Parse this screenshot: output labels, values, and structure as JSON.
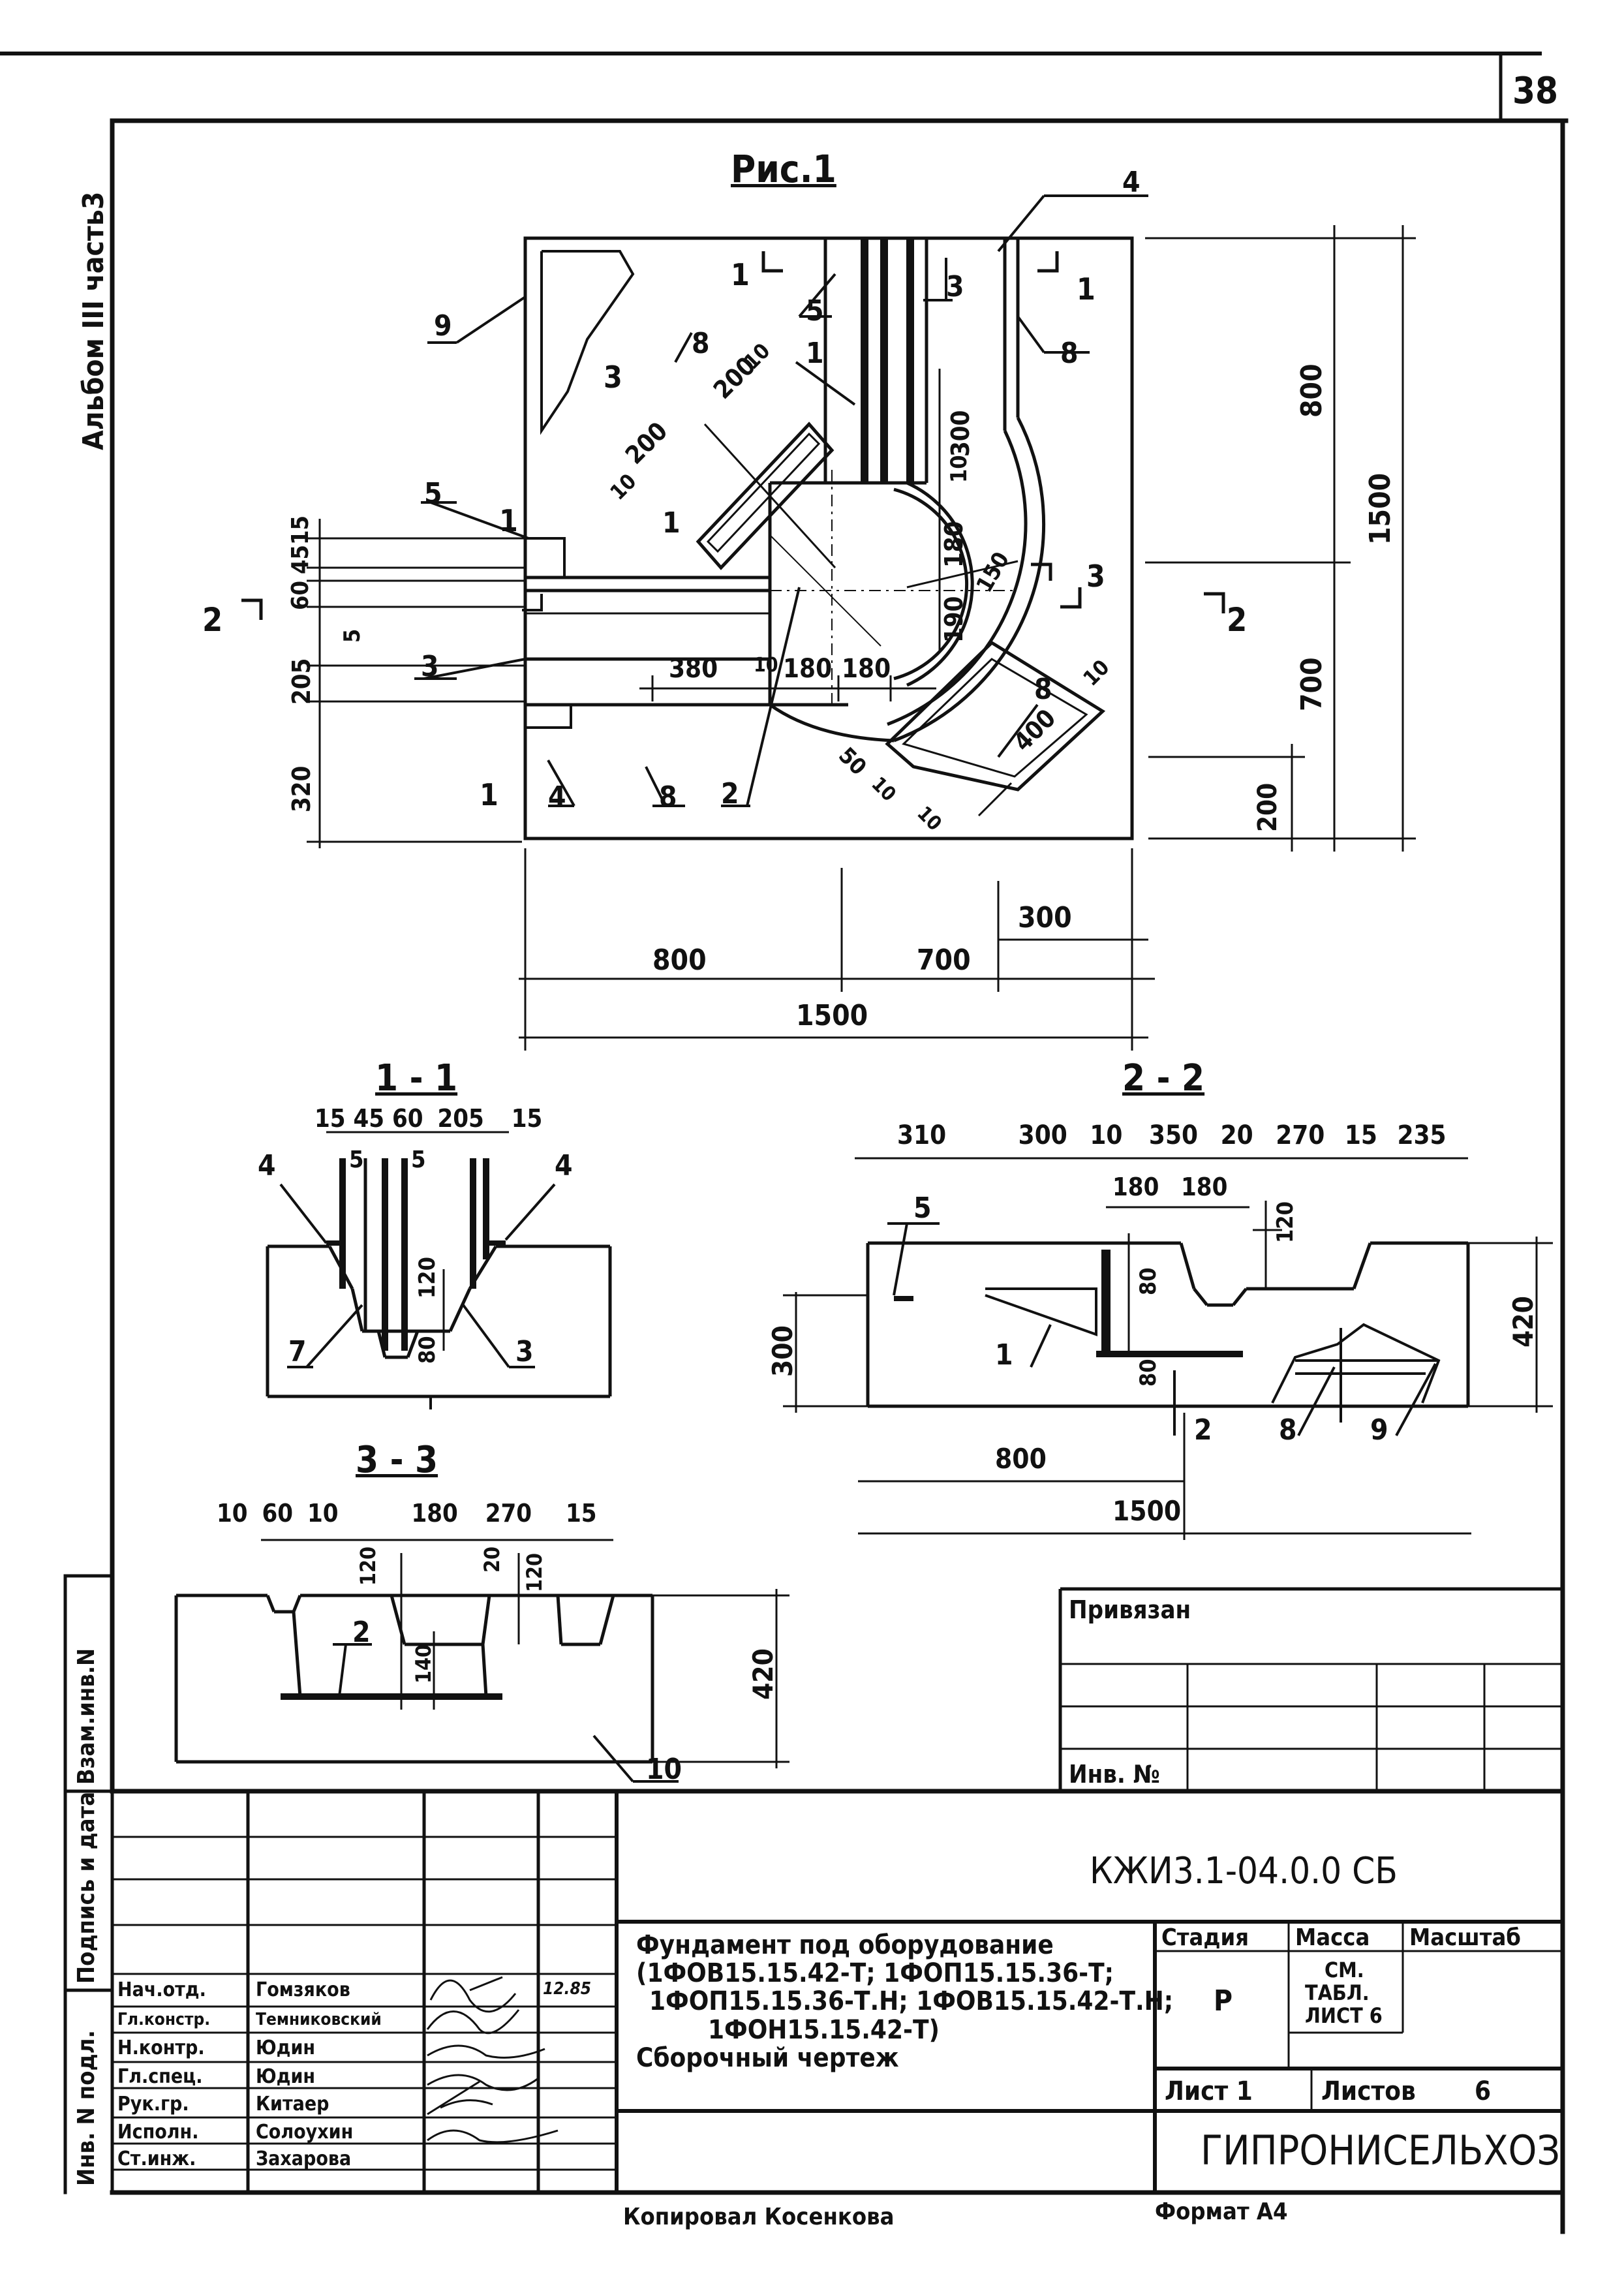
{
  "page_number": "38",
  "side_label": "Альбом III часть3",
  "figure_title": "Рис.1",
  "plan": {
    "leaders": [
      "1",
      "2",
      "3",
      "4",
      "5",
      "8",
      "9"
    ],
    "sections": [
      "1",
      "2",
      "3"
    ],
    "dims": {
      "d800": "800",
      "d700": "700",
      "d1500": "1500",
      "d200": "200",
      "d300": "300",
      "d10": "10",
      "d380": "380",
      "d180": "180",
      "d190": "190",
      "d150": "150",
      "d400": "400",
      "d50": "50",
      "d320": "320",
      "d15": "15",
      "d205": "205",
      "d60": "60",
      "d45": "45",
      "d5": "5",
      "bottom_800": "800",
      "bottom_700": "700",
      "bottom_300": "300",
      "bottom_1500": "1500"
    }
  },
  "section_1_1": {
    "title": "1 - 1",
    "dims": [
      "15",
      "45",
      "60",
      "205",
      "15",
      "5",
      "5",
      "120",
      "80"
    ],
    "leaders": [
      "4",
      "4",
      "7",
      "3"
    ]
  },
  "section_2_2": {
    "title": "2 - 2",
    "top_dims": [
      "310",
      "300",
      "10",
      "350",
      "20",
      "270",
      "15",
      "235"
    ],
    "dims": [
      "180",
      "180",
      "120",
      "80",
      "80",
      "300",
      "420",
      "800",
      "1500"
    ],
    "leaders": [
      "5",
      "1",
      "2",
      "8",
      "9"
    ]
  },
  "section_3_3": {
    "title": "3 - 3",
    "top_dims": [
      "10",
      "60",
      "10",
      "180",
      "270",
      "15"
    ],
    "dims": [
      "120",
      "20",
      "120",
      "140",
      "420"
    ],
    "leaders": [
      "2",
      "10"
    ]
  },
  "binding": {
    "title": "Привязан",
    "inv_label": "Инв. №"
  },
  "left_margin": {
    "col1": "Инв. N подл.",
    "col2": "Подпись и дата",
    "col3": "Взам.инв.N"
  },
  "title_block": {
    "code": "КЖИ3.1-04.0.0 СБ",
    "description_lines": [
      "Фундамент под оборудование",
      "(1ФОВ15.15.42-Т; 1ФОП15.15.36-Т;",
      "1ФОП15.15.36-Т.Н; 1ФОВ15.15.42-Т.Н;",
      "1ФОН15.15.42-Т)",
      "Сборочный чертеж"
    ],
    "stage_header": "Стадия",
    "mass_header": "Масса",
    "scale_header": "Масштаб",
    "stage_value": "Р",
    "mass_value_lines": [
      "СМ.",
      "ТАБЛ.",
      "ЛИСТ 6"
    ],
    "sheet_label": "Лист 1",
    "sheets_label": "Листов",
    "sheets_value": "6",
    "organization": "ГИПРОНИСЕЛЬХОЗ",
    "roles": [
      {
        "role": "Нач.отд.",
        "name": "Гомзяков",
        "date": "12.85"
      },
      {
        "role": "Гл.констр.",
        "name": "Темниковский",
        "date": ""
      },
      {
        "role": "Н.контр.",
        "name": "Юдин",
        "date": ""
      },
      {
        "role": "Гл.спец.",
        "name": "Юдин",
        "date": ""
      },
      {
        "role": "Рук.гр.",
        "name": "Китаер",
        "date": ""
      },
      {
        "role": "Исполн.",
        "name": "Солоухин",
        "date": ""
      },
      {
        "role": "Ст.инж.",
        "name": "Захарова",
        "date": ""
      }
    ]
  },
  "footer": {
    "copied": "Копировал  Косенкова",
    "format": "Формат А4"
  }
}
